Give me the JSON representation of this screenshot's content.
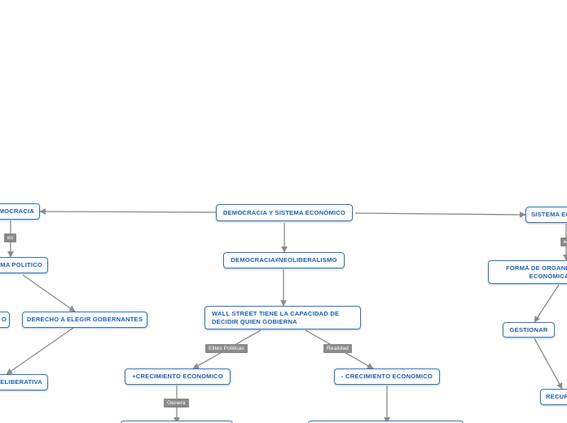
{
  "nodes": {
    "root": "DEMOCRACIA Y SISTEMA ECONÓMICO",
    "left_root": "DEMOCRACIA",
    "left_sistema": "SISTEMA POLITICO",
    "left_partial": "O",
    "left_derecho": "DERECHO A ELEGIR GOBERNANTES",
    "left_deliberativa": "DELIBERATIVA",
    "center_neo": "DEMOCRACIA≠NEOLIBERALISMO",
    "center_wall": "WALL STREET TIENE LA CAPACIDAD DE DECIDIR QUIEN GOBIERNA",
    "center_mas": "+CRECIMIENTO ECONOMICO",
    "center_menos": "- CRECIMIENTO ECONOMICO",
    "right_root": "SISTEMA ECONÓMICO",
    "right_forma": "FORMA DE ORGANIZACIÓN ECONÓMICA",
    "right_gestionar": "GESTIONAR",
    "right_recursos": "RECURSOS"
  },
  "tags": {
    "es": "es",
    "elites": "Elites Politicas",
    "realidad": "Realidad",
    "genera": "Genera",
    "right_es": "es"
  },
  "colors": {
    "node_border": "#2f78c4",
    "node_text": "#1f5fae",
    "edge": "#8c8c8c",
    "tag_bg": "#8a8a8a",
    "tag_text": "#ffffff"
  }
}
